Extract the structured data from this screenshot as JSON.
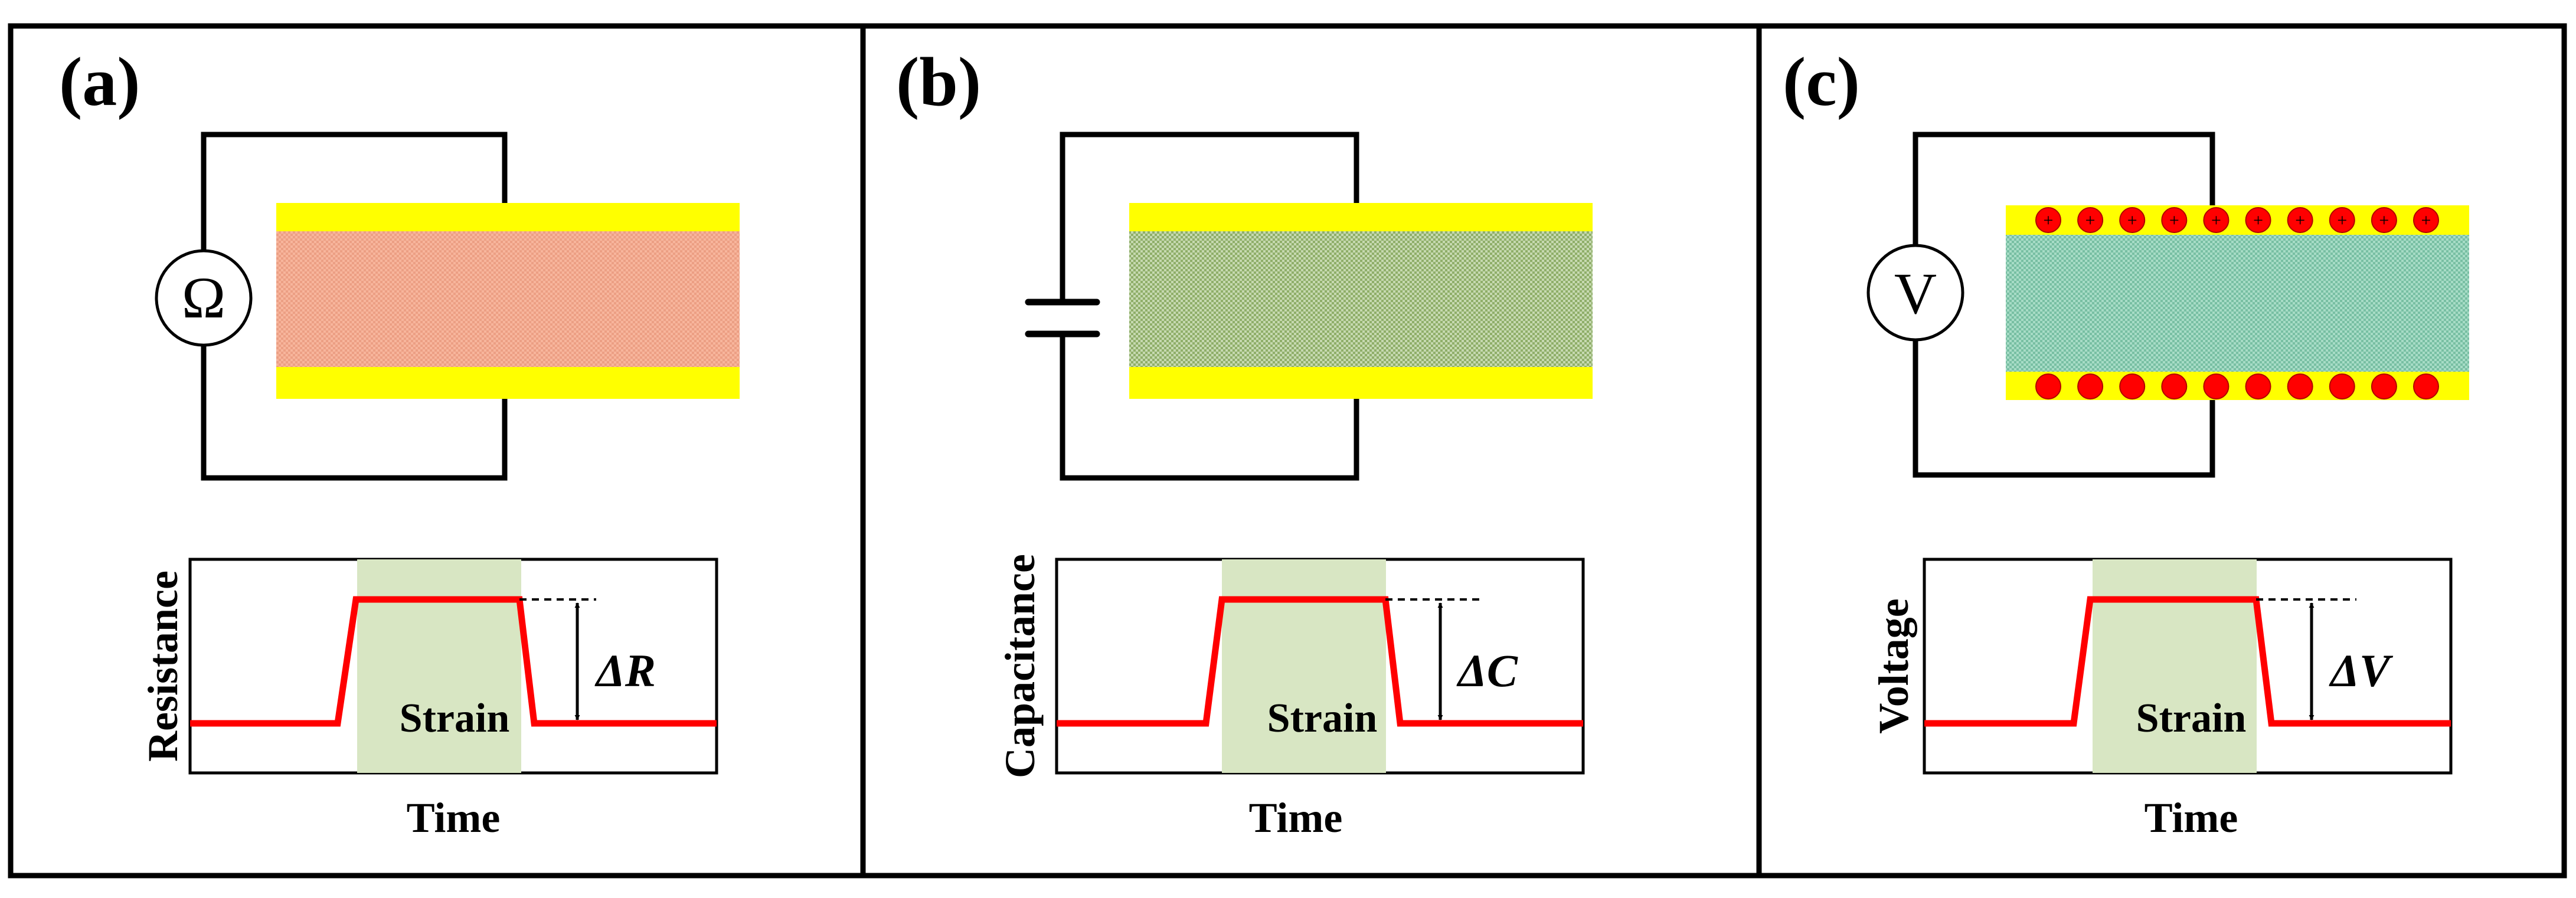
{
  "colors": {
    "frame": "#000000",
    "electrode": "#ffff00",
    "resistive_layer": "#f2a78c",
    "capacitive_layer": "#a7c486",
    "piezo_layer": "#8fcfb4",
    "strain_band": "#d8e6c3",
    "signal": "#ff0000",
    "charge": "#ff0000"
  },
  "panels": [
    {
      "id": "a",
      "label": "(a)",
      "meter_symbol": "Ω",
      "meter_icon": "ohmmeter-icon",
      "ylabel": "Resistance",
      "xlabel": "Time",
      "band_label": "Strain",
      "delta_label": "ΔR"
    },
    {
      "id": "b",
      "label": "(b)",
      "meter_symbol": "",
      "meter_icon": "capacitor-icon",
      "ylabel": "Capacitance",
      "xlabel": "Time",
      "band_label": "Strain",
      "delta_label": "ΔC"
    },
    {
      "id": "c",
      "label": "(c)",
      "meter_symbol": "V",
      "meter_icon": "voltmeter-icon",
      "ylabel": "Voltage",
      "xlabel": "Time",
      "band_label": "Strain",
      "delta_label": "ΔV",
      "charge_symbol": "+",
      "charges_per_row": 10
    }
  ]
}
